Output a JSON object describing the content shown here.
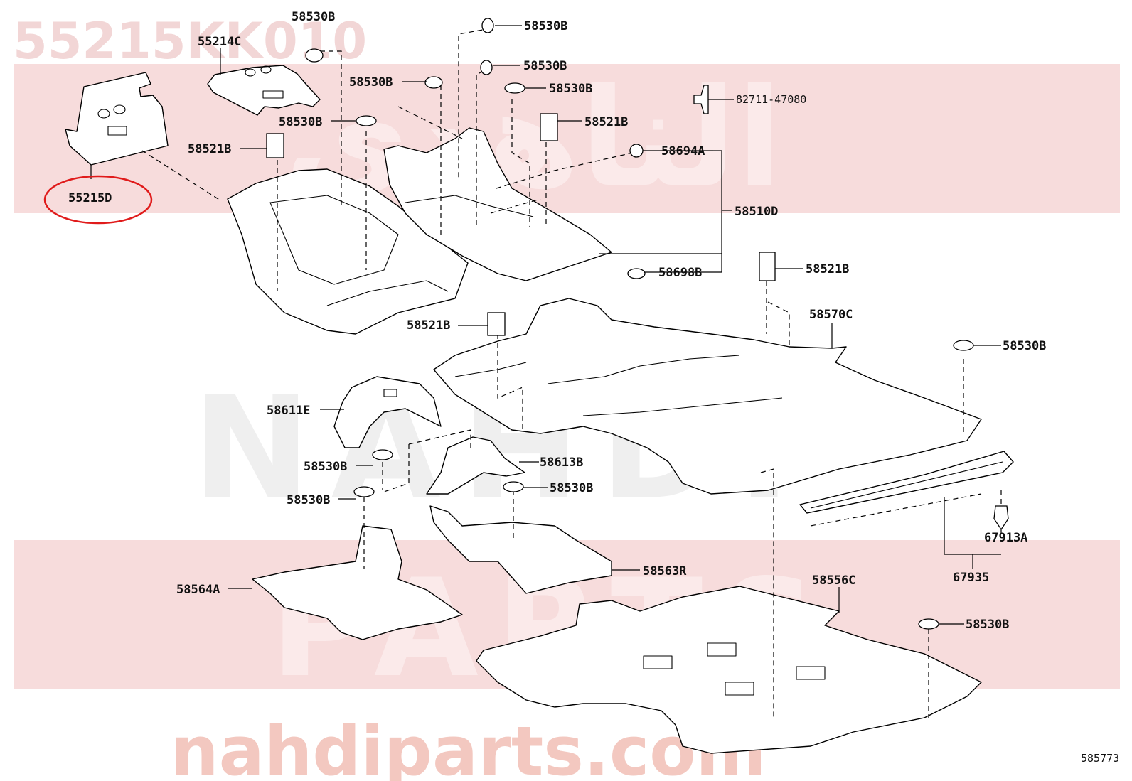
{
  "title": "55215KK010",
  "watermark": {
    "arabic": "الناهدي",
    "latin_1": "NAHDI",
    "latin_2": "PARTS",
    "site": "nahdiparts.com"
  },
  "highlighted_part": "55215D",
  "diagram_code": "585773",
  "labels": {
    "p55214C": "55214C",
    "p55215D": "55215D",
    "p58521B_a": "58521B",
    "p58530B_a": "58530B",
    "p58530B_b": "58530B",
    "p58530B_c": "58530B",
    "p58530B_d": "58530B",
    "p58530B_e": "58530B",
    "p58530B_f": "58530B",
    "p82711": "82711-47080",
    "p58521B_b": "58521B",
    "p58694A": "58694A",
    "p58510D": "58510D",
    "p58698B": "58698B",
    "p58521B_c": "58521B",
    "p58521B_d": "58521B",
    "p58570C": "58570C",
    "p58530B_g": "58530B",
    "p58611E": "58611E",
    "p58530B_h": "58530B",
    "p58613B": "58613B",
    "p58530B_i": "58530B",
    "p58530B_j": "58530B",
    "p67913A": "67913A",
    "p67935": "67935",
    "p58564A": "58564A",
    "p58563R": "58563R",
    "p58556C": "58556C",
    "p58530B_k": "58530B"
  }
}
